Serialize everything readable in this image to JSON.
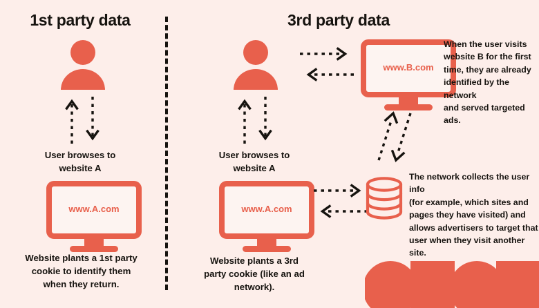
{
  "theme": {
    "background": "#fdeeea",
    "accent": "#e8604c",
    "text": "#16130f",
    "screen_fill": "#fdf4f1"
  },
  "columns": {
    "first_party": {
      "title": "1st party data",
      "person_icon": "person-icon",
      "flow_caption": "User browses to\nwebsite A",
      "flow_caption_line1": "User browses to",
      "flow_caption_line2": "website A",
      "monitor_url": "www.A.com",
      "bottom_caption_line1": "Website plants a 1st party",
      "bottom_caption_line2": "cookie to identify them",
      "bottom_caption_line3": "when they return."
    },
    "third_party": {
      "title": "3rd party data",
      "person_icon": "person-icon",
      "flow_caption_line1": "User browses to",
      "flow_caption_line2": "website A",
      "monitor_a_url": "www.A.com",
      "monitor_b_url": "www.B.com",
      "bottom_caption_line1": "Website plants a 3rd",
      "bottom_caption_line2": "party cookie (like an ad",
      "bottom_caption_line3": "network)."
    }
  },
  "notes": {
    "website_b": {
      "line1": "When the user visits",
      "line2": "website B for the first",
      "line3": "time, they are already",
      "line4": "identified by the network",
      "line5": "and served targeted ads."
    },
    "network": {
      "line1": "The network collects the user info",
      "line2": "(for example, which sites and",
      "line3": "pages they have visited) and",
      "line4": "allows advertisers to target that",
      "line5": "user when they visit another site."
    }
  },
  "icons": {
    "arrow_up_dashed": "arrow-up-dashed-icon",
    "arrow_down_dashed": "arrow-down-dashed-icon",
    "arrow_right_dashed": "arrow-right-dashed-icon",
    "arrow_left_dashed": "arrow-left-dashed-icon",
    "arrow_diagonal_up_dashed": "arrow-diagonal-up-dashed-icon",
    "arrow_diagonal_down_dashed": "arrow-diagonal-down-dashed-icon",
    "database": "database-icon",
    "divider": "vertical-dashed-divider"
  },
  "decoration": {
    "shapes": [
      "circle",
      "square",
      "circle",
      "square"
    ]
  }
}
